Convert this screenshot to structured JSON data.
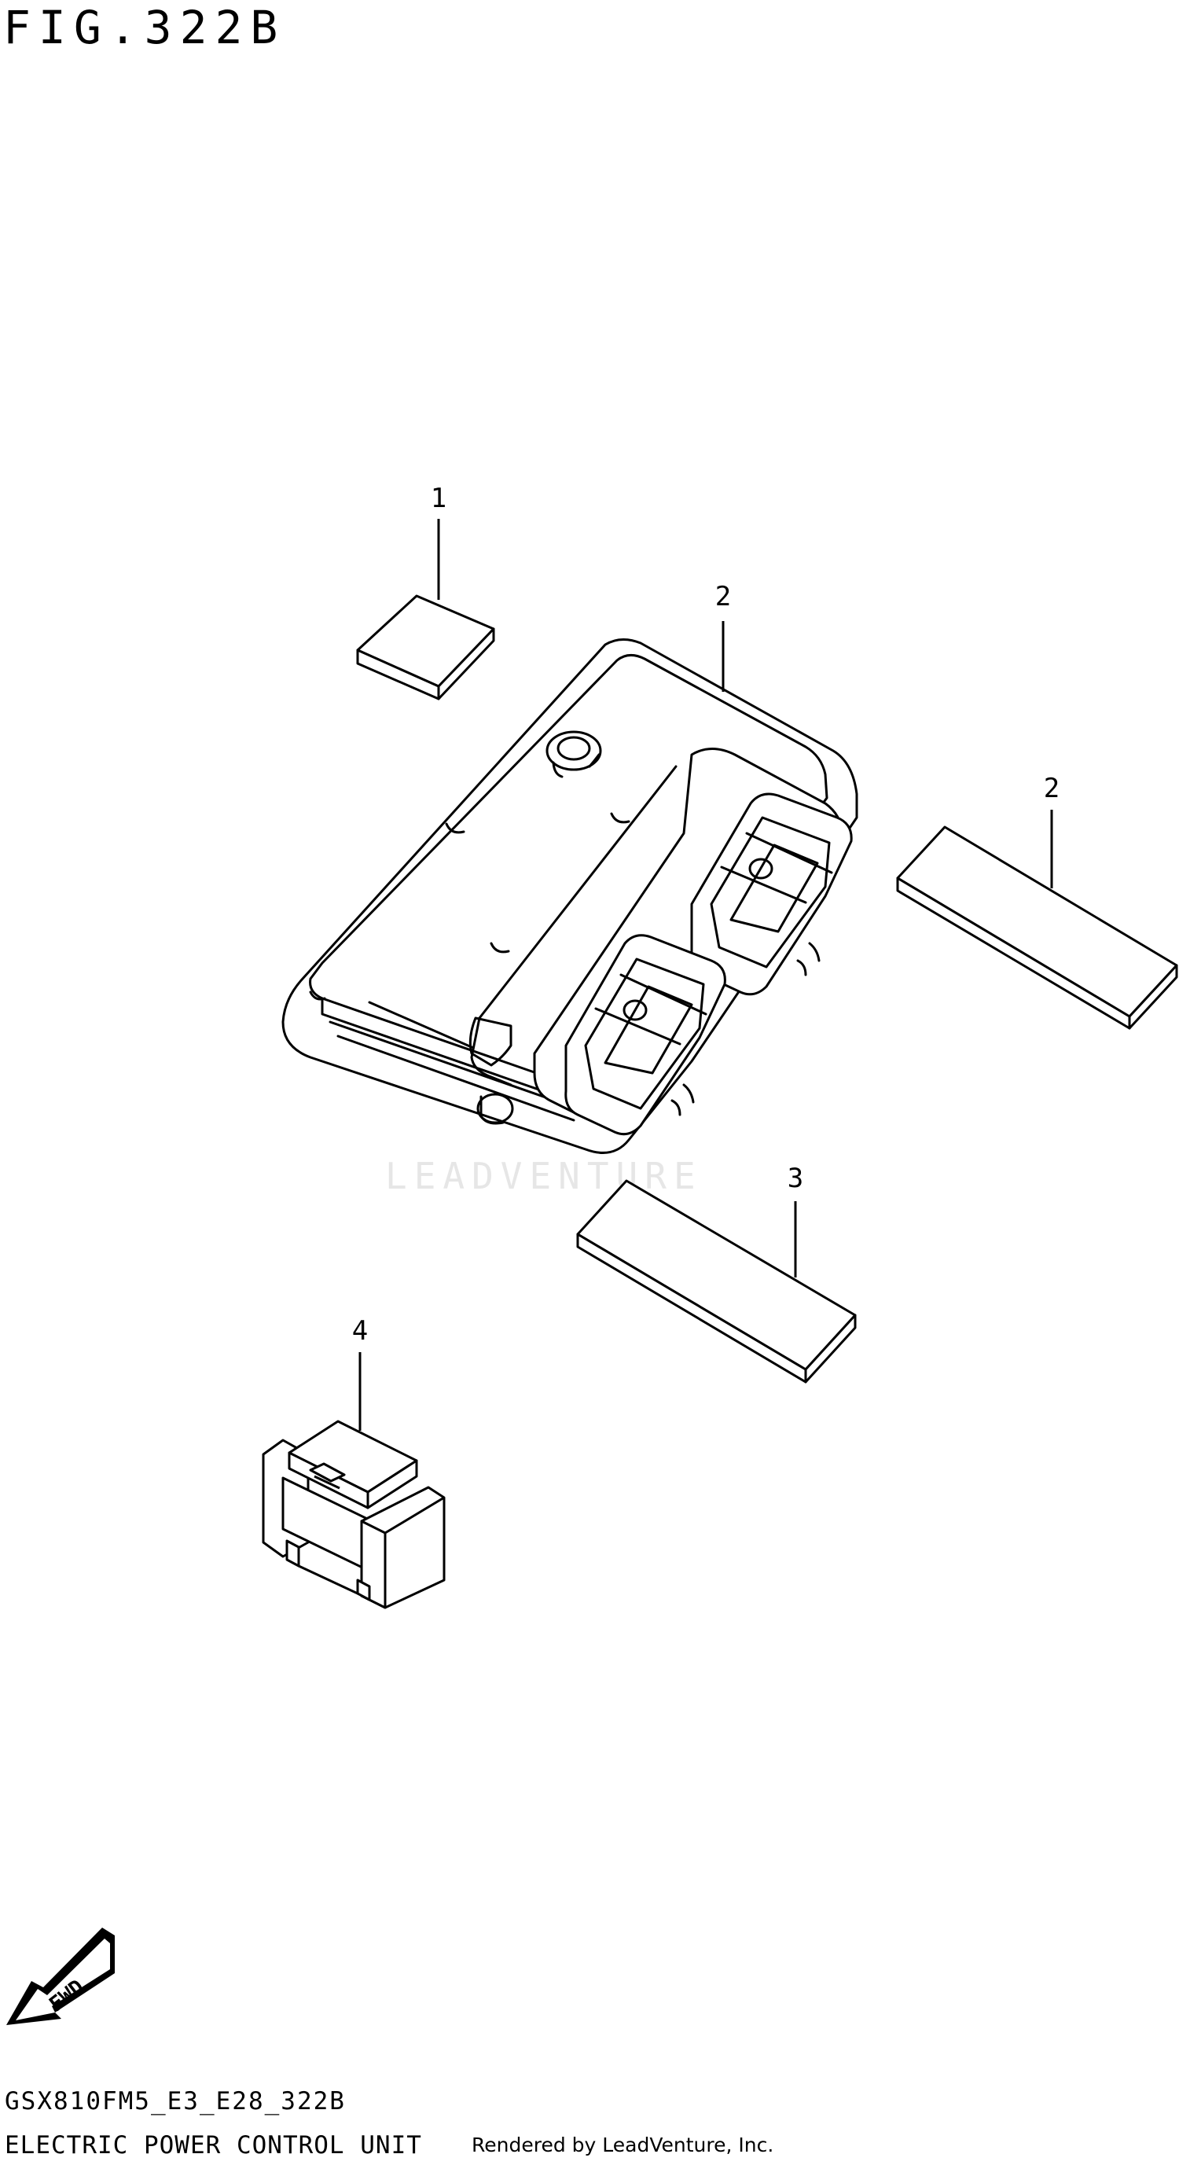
{
  "figure": {
    "title": "FIG.322B"
  },
  "callouts": [
    {
      "id": "1",
      "label": "1"
    },
    {
      "id": "2a",
      "label": "2"
    },
    {
      "id": "2b",
      "label": "2"
    },
    {
      "id": "3",
      "label": "3"
    },
    {
      "id": "4",
      "label": "4"
    }
  ],
  "watermark": "LEADVENTURE",
  "fwd_badge": "FWD",
  "footer": {
    "model_code": "GSX810FM5_E3_E28_322B",
    "diagram_title": "ELECTRIC POWER CONTROL UNIT",
    "rendered_by": "Rendered by LeadVenture, Inc."
  },
  "colors": {
    "ink": "#000000",
    "paper": "#ffffff",
    "watermark": "#e6e6e6"
  }
}
